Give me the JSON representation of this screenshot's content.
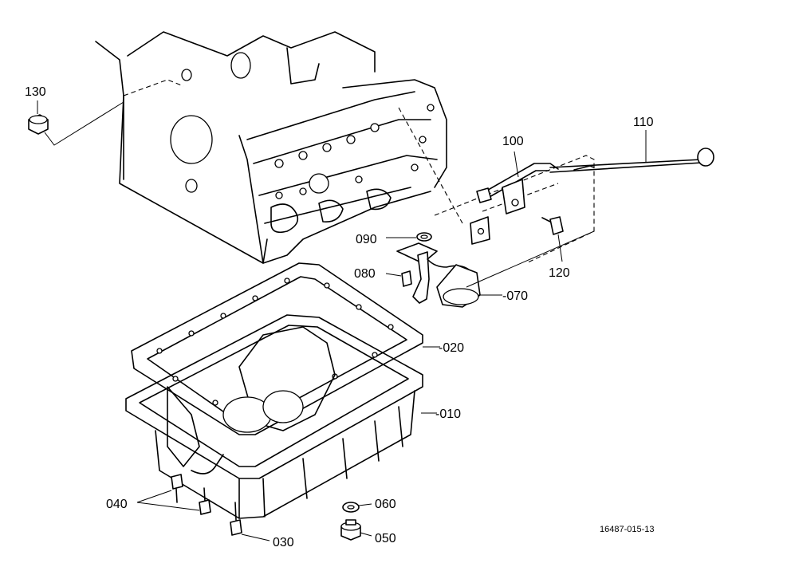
{
  "parts": [
    {
      "id": "p130",
      "label": "130",
      "name": "drain-plug-cap"
    },
    {
      "id": "p110",
      "label": "110",
      "name": "dipstick"
    },
    {
      "id": "p100",
      "label": "100",
      "name": "dipstick-guide"
    },
    {
      "id": "p090",
      "label": "090",
      "name": "o-ring"
    },
    {
      "id": "p080",
      "label": "080",
      "name": "bolt"
    },
    {
      "id": "p120",
      "label": "120",
      "name": "bolt"
    },
    {
      "id": "p070",
      "label": "-070",
      "name": "oil-strainer"
    },
    {
      "id": "p020",
      "label": "-020",
      "name": "gasket"
    },
    {
      "id": "p010",
      "label": "-010",
      "name": "oil-pan"
    },
    {
      "id": "p040",
      "label": "040",
      "name": "bolt"
    },
    {
      "id": "p030",
      "label": "030",
      "name": "bolt"
    },
    {
      "id": "p060",
      "label": "060",
      "name": "gasket-washer"
    },
    {
      "id": "p050",
      "label": "050",
      "name": "drain-plug"
    }
  ],
  "drawing_code": "16487-015-13"
}
